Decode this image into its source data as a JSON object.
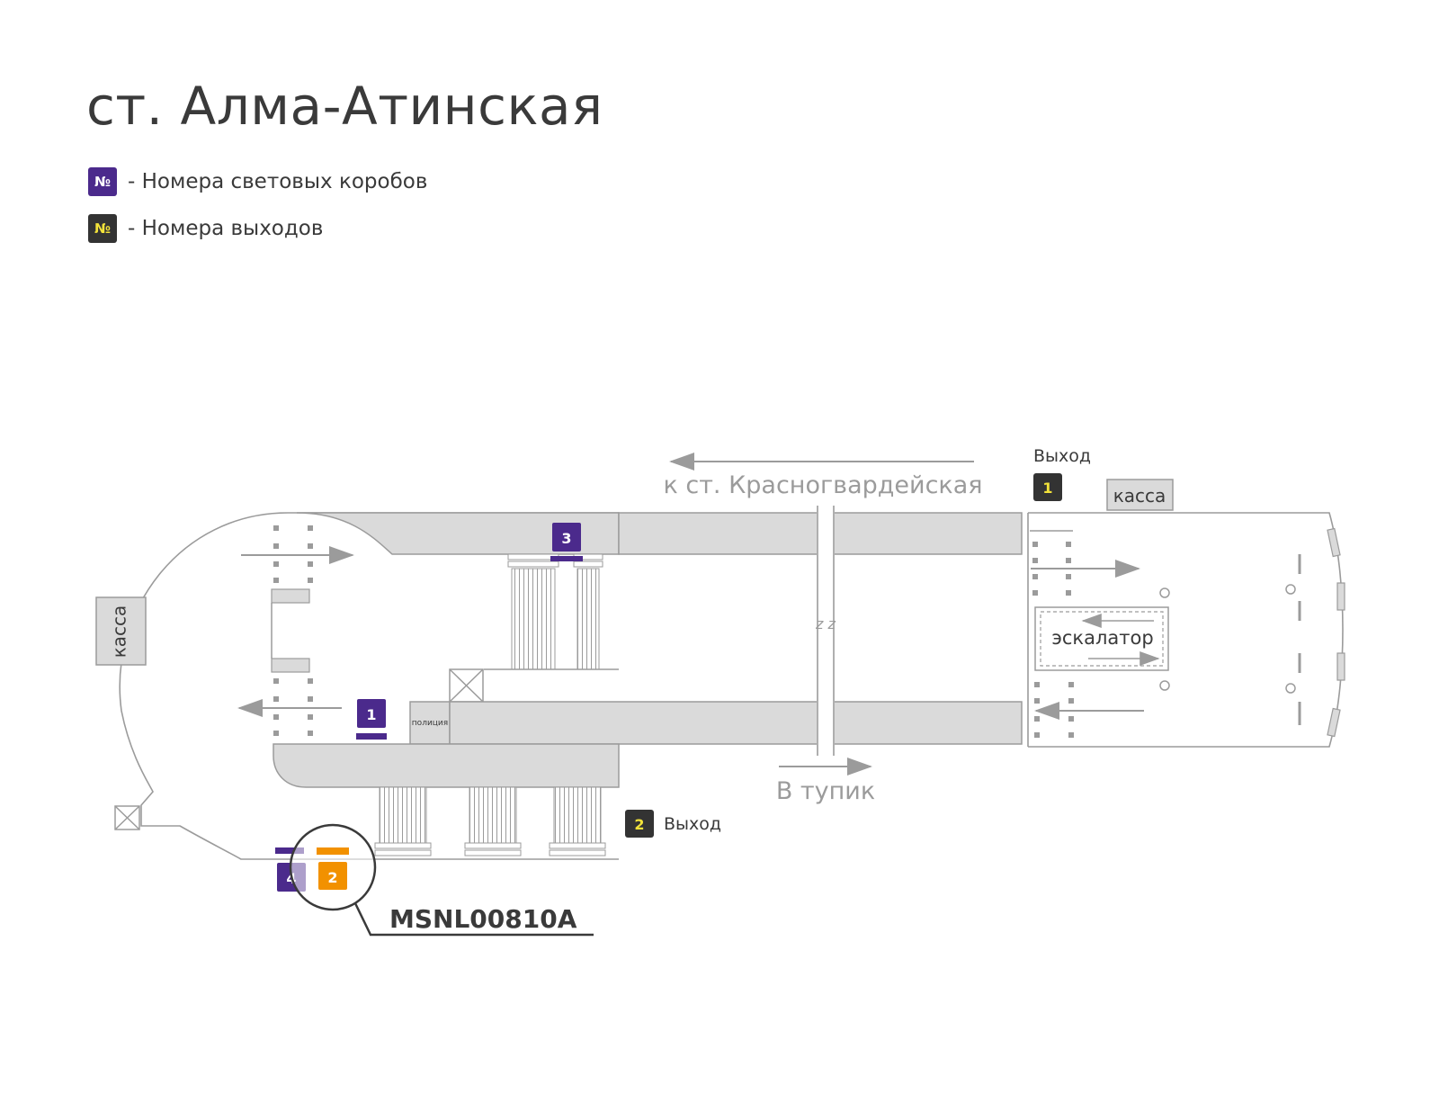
{
  "title": "ст. Алма-Атинская",
  "legend": [
    {
      "badge": "№",
      "text": "- Номера световых коробов",
      "color": "#4b2a8c",
      "badge_text_color": "#ffffff"
    },
    {
      "badge": "№",
      "text": "- Номера выходов",
      "color": "#333333",
      "badge_text_color": "#f2e23a"
    }
  ],
  "map": {
    "direction_top": "к ст. Красногвардейская",
    "direction_bottom": "В тупик",
    "zz_mark": "z z",
    "exit_label": "Выход",
    "exits": [
      {
        "number": "1",
        "label": "Выход"
      },
      {
        "number": "2",
        "label": "Выход"
      }
    ],
    "kassa_left": "касса",
    "kassa_right": "касса",
    "police": "полиция",
    "escalator": "эскалатор",
    "lightboxes": [
      "1",
      "3",
      "4",
      "2"
    ],
    "highlight_box": "2",
    "callout_code": "MSNL00810A"
  },
  "colors": {
    "purple": "#4b2a8c",
    "exit_dark": "#333333",
    "exit_text": "#f2e23a",
    "orange": "#f29100",
    "wall": "#9b9b9b",
    "fill": "#dadada"
  }
}
